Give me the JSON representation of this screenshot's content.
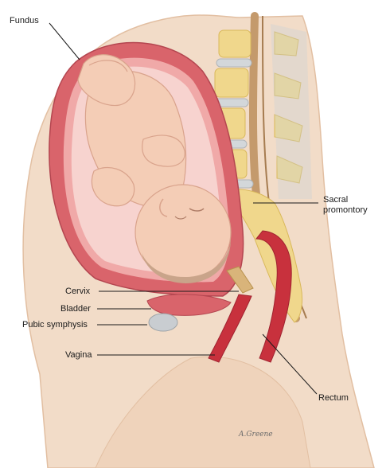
{
  "labels": {
    "fundus": "Fundus",
    "sacral_promontory": "Sacral\npromontory",
    "cervix": "Cervix",
    "bladder": "Bladder",
    "pubic_symphysis": "Pubic symphysis",
    "vagina": "Vagina",
    "rectum": "Rectum"
  },
  "signature": "A.Greene",
  "colors": {
    "skin": "#f2dcc8",
    "skin_shadow": "#e5c4a8",
    "uterus_wall": "#d9646b",
    "uterus_inner": "#f0a9a8",
    "amniotic": "#f7d3cf",
    "fetus": "#f4cdb6",
    "fetus_shadow": "#e3a993",
    "hair": "#c9a48a",
    "bone": "#f0d78c",
    "bone_dark": "#d9b85a",
    "disc": "#d3d7da",
    "spinal_cord": "#c49a6c",
    "rectum": "#c8313d",
    "cervix_plug": "#d9b47a"
  }
}
